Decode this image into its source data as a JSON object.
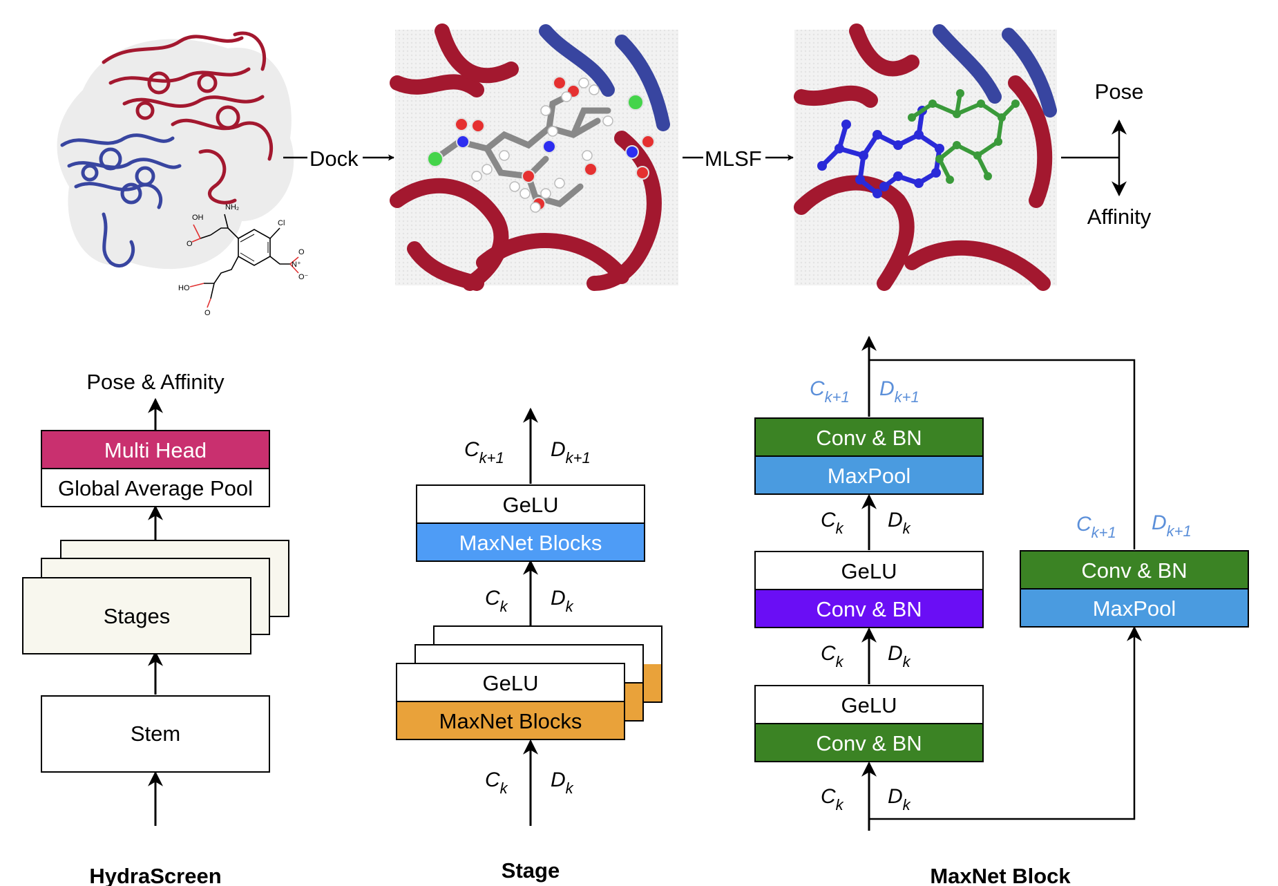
{
  "colors": {
    "magenta": "#c9306f",
    "green": "#3b8324",
    "sky_blue": "#4a9be0",
    "bright_blue": "#4e9cf6",
    "purple": "#6a0ef5",
    "orange": "#e9a23a",
    "cream": "#f8f7ee",
    "protein_red": "#a3182f",
    "protein_blue": "#3845a0",
    "label_blue": "#5b8fd9"
  },
  "top": {
    "dock_label": "Dock",
    "mlsf_label": "MLSF",
    "pose_label": "Pose",
    "affinity_label": "Affinity",
    "molecule_atoms": {
      "oh": "OH",
      "nh2": "NH₂",
      "cl": "Cl",
      "n_plus": "N⁺",
      "o": "O",
      "o_minus": "O⁻",
      "ho": "HO",
      "o2": "O",
      "o3": "O"
    }
  },
  "hydra": {
    "output_label": "Pose & Affinity",
    "multi_head": "Multi Head",
    "gap": "Global Average Pool",
    "stages": "Stages",
    "stem": "Stem",
    "caption": "HydraScreen"
  },
  "stage": {
    "out_c": "C",
    "out_c_sub": "k+1",
    "out_d": "D",
    "out_d_sub": "k+1",
    "gelu_top": "GeLU",
    "maxnet_top": "MaxNet Blocks",
    "mid_c": "C",
    "mid_c_sub": "k",
    "mid_d": "D",
    "mid_d_sub": "k",
    "gelu_stack": "GeLU",
    "maxnet_stack": "MaxNet Blocks",
    "in_c": "C",
    "in_c_sub": "k",
    "in_d": "D",
    "in_d_sub": "k",
    "caption": "Stage"
  },
  "maxnet": {
    "out_c": "C",
    "out_c_sub": "k+1",
    "out_d": "D",
    "out_d_sub": "k+1",
    "b1_top": "Conv & BN",
    "b1_bottom": "MaxPool",
    "l1_c": "C",
    "l1_c_sub": "k",
    "l1_d": "D",
    "l1_d_sub": "k",
    "b2_top": "GeLU",
    "b2_bottom": "Conv & BN",
    "l2_c": "C",
    "l2_c_sub": "k",
    "l2_d": "D",
    "l2_d_sub": "k",
    "b3_top": "GeLU",
    "b3_bottom": "Conv & BN",
    "in_c": "C",
    "in_c_sub": "k",
    "in_d": "D",
    "in_d_sub": "k",
    "skip_c": "C",
    "skip_c_sub": "k+1",
    "skip_d": "D",
    "skip_d_sub": "k+1",
    "skip_top": "Conv & BN",
    "skip_bottom": "MaxPool",
    "caption": "MaxNet Block"
  }
}
